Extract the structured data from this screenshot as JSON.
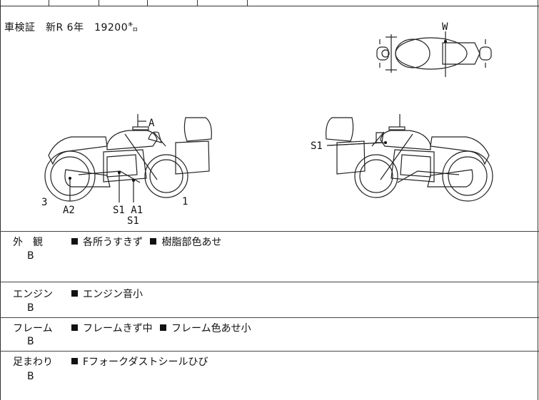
{
  "certificate": {
    "text": "車検証　新R 6年　19200㌔"
  },
  "labels": {
    "left_top": "A",
    "left_3": "3",
    "left_a2": "A2",
    "left_s1a1": "S1 A1",
    "left_s1b": "S1",
    "left_1": "1",
    "right_s1": "S1",
    "top_w": "W"
  },
  "sections": [
    {
      "name": "外　観",
      "grade": "B",
      "items": [
        "各所うすきず",
        "樹脂部色あせ"
      ]
    },
    {
      "name": "エンジン",
      "grade": "B",
      "items": [
        "エンジン音小"
      ]
    },
    {
      "name": "フレーム",
      "grade": "B",
      "items": [
        "フレームきず中",
        "フレーム色あせ小"
      ]
    },
    {
      "name": "足まわり",
      "grade": "B",
      "items": [
        "Fフォークダストシールひび"
      ]
    }
  ]
}
